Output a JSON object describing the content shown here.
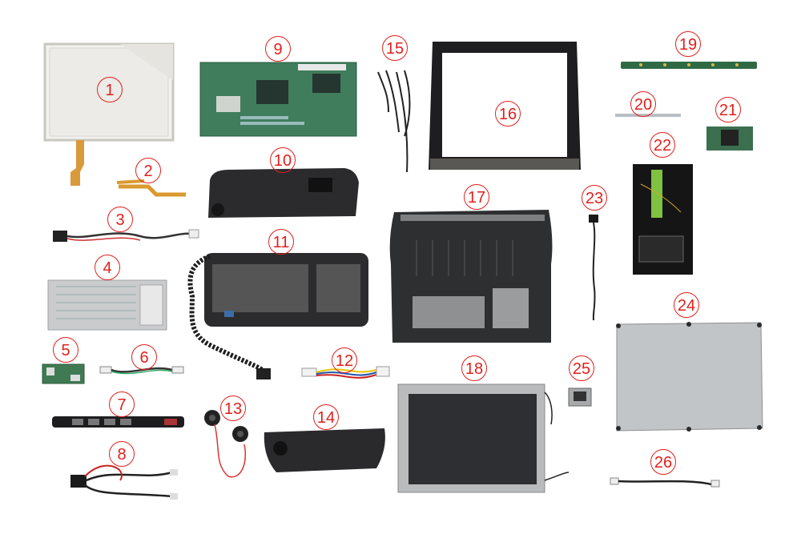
{
  "labels": [
    "1",
    "2",
    "3",
    "4",
    "5",
    "6",
    "7",
    "8",
    "9",
    "10",
    "11",
    "12",
    "13",
    "14",
    "15",
    "16",
    "17",
    "18",
    "19",
    "20",
    "21",
    "22",
    "23",
    "24",
    "25",
    "26"
  ],
  "label_color": "#e0201c"
}
